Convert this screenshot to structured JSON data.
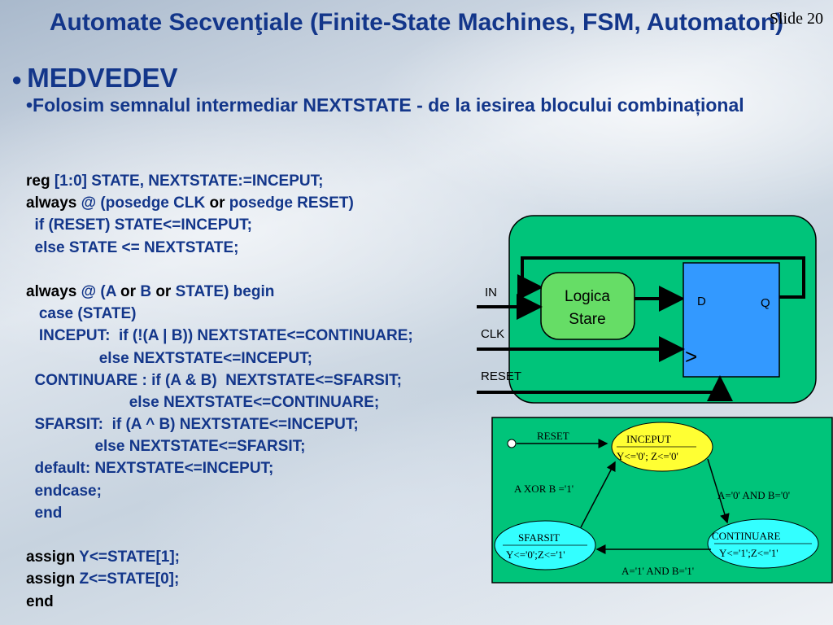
{
  "slide": {
    "title": "Automate Secvenţiale (Finite-State Machines, FSM, Automaton)",
    "number": "Slide 20",
    "bullet1": "MEDVEDEV",
    "bullet2": "•Folosim semnalul intermediar NEXTSTATE - de la iesirea blocului combinațional"
  },
  "code": [
    [
      [
        "k",
        "reg "
      ],
      [
        "b",
        "[1:0] STATE, NEXTSTATE:=INCEPUT;"
      ]
    ],
    [
      [
        "k",
        "always "
      ],
      [
        "b",
        "@ (posedge CLK "
      ],
      [
        "k",
        "or "
      ],
      [
        "b",
        "posedge RESET)"
      ]
    ],
    [
      [
        "b",
        "  if (RESET) STATE<=INCEPUT;"
      ]
    ],
    [
      [
        "b",
        "  else STATE <= NEXTSTATE;"
      ]
    ],
    [
      [
        "b",
        ""
      ]
    ],
    [
      [
        "k",
        "always "
      ],
      [
        "b",
        "@ (A "
      ],
      [
        "k",
        "or "
      ],
      [
        "b",
        "B "
      ],
      [
        "k",
        "or "
      ],
      [
        "b",
        "STATE) begin"
      ]
    ],
    [
      [
        "b",
        "   case (STATE)"
      ]
    ],
    [
      [
        "b",
        "   INCEPUT:  if (!(A | B)) NEXTSTATE<=CONTINUARE;"
      ]
    ],
    [
      [
        "b",
        "                 else NEXTSTATE<=INCEPUT;"
      ]
    ],
    [
      [
        "b",
        "  CONTINUARE : if (A & B)  NEXTSTATE<=SFARSIT;"
      ]
    ],
    [
      [
        "b",
        "                        else NEXTSTATE<=CONTINUARE;"
      ]
    ],
    [
      [
        "b",
        "  SFARSIT:  if (A ^ B) NEXTSTATE<=INCEPUT;"
      ]
    ],
    [
      [
        "b",
        "                else NEXTSTATE<=SFARSIT;"
      ]
    ],
    [
      [
        "b",
        "  default: NEXTSTATE<=INCEPUT;"
      ]
    ],
    [
      [
        "b",
        "  endcase;"
      ]
    ],
    [
      [
        "b",
        "  end"
      ]
    ],
    [
      [
        "b",
        ""
      ]
    ],
    [
      [
        "k",
        "assign "
      ],
      [
        "b",
        "Y<=STATE[1];"
      ]
    ],
    [
      [
        "k",
        "assign "
      ],
      [
        "b",
        "Z<=STATE[0];"
      ]
    ],
    [
      [
        "k",
        "end"
      ]
    ]
  ],
  "circuit": {
    "logic_line1": "Logica",
    "logic_line2": "Stare",
    "ff_d": "D",
    "ff_q": "Q",
    "ff_clk_mark": ">",
    "in_label": "IN",
    "clk_label": "CLK",
    "reset_label": "RESET",
    "colors": {
      "panel": "#00c47a",
      "logic": "#66dd66",
      "flipflop": "#3399ff"
    }
  },
  "fsm": {
    "reset_label": "RESET",
    "s_inceput_name": "INCEPUT",
    "s_inceput_out": "Y<='0'; Z<='0'",
    "s_continuare_name": "CONTINUARE",
    "s_continuare_out": "Y<='1';Z<='1'",
    "s_sfarsit_name": "SFARSIT",
    "s_sfarsit_out": "Y<='0';Z<='1'",
    "t_inc_cont": "A='0' AND B='0'",
    "t_cont_sfar": "A='1' AND B='1'",
    "t_sfar_inc": "A XOR B ='1'",
    "colors": {
      "panel": "#00c47a",
      "inceput": "#ffff33",
      "other": "#33ffff"
    }
  }
}
